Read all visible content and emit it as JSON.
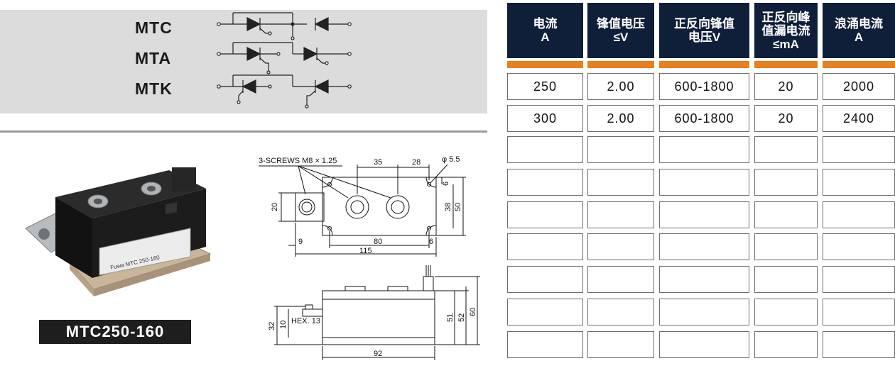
{
  "circuit_types": [
    "MTC",
    "MTA",
    "MTK"
  ],
  "product": {
    "caption": "MTC250-160",
    "label_text": "Fuwa  MTC 250-160"
  },
  "drawing": {
    "screws_note": "3-SCREWS M8 × 1.25",
    "dim_35": "35",
    "dim_28": "28",
    "dim_hole": "φ 5.5",
    "dim_6a": "6",
    "dim_20": "20",
    "dim_38": "38",
    "dim_50": "50",
    "dim_9": "9",
    "dim_80": "80",
    "dim_6b": "6",
    "dim_115": "115",
    "dim_32": "32",
    "dim_10": "10",
    "hex": "HEX. 13",
    "dim_51": "51",
    "dim_52": "52",
    "dim_60": "60",
    "dim_92": "92"
  },
  "table": {
    "headers": [
      {
        "l1": "电流",
        "l2": "A"
      },
      {
        "l1": "锋值电压",
        "l2": "≤V"
      },
      {
        "l1": "正反向锋值",
        "l2": "电压V"
      },
      {
        "l1": "正反向峰",
        "l2": "值漏电流",
        "l3": "≤mA"
      },
      {
        "l1": "浪涌电流",
        "l2": "A"
      }
    ],
    "rows": [
      [
        "250",
        "2.00",
        "600-1800",
        "20",
        "2000"
      ],
      [
        "300",
        "2.00",
        "600-1800",
        "20",
        "2400"
      ],
      [
        "",
        "",
        "",
        "",
        ""
      ],
      [
        "",
        "",
        "",
        "",
        ""
      ],
      [
        "",
        "",
        "",
        "",
        ""
      ],
      [
        "",
        "",
        "",
        "",
        ""
      ],
      [
        "",
        "",
        "",
        "",
        ""
      ],
      [
        "",
        "",
        "",
        "",
        ""
      ],
      [
        "",
        "",
        "",
        "",
        ""
      ]
    ]
  }
}
